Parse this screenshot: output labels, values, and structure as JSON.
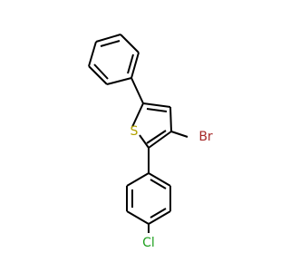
{
  "molecule": {
    "atoms": {
      "S": {
        "label": "S",
        "color": "#B2A100"
      },
      "Br": {
        "label": "Br",
        "color": "#A62929"
      },
      "Cl": {
        "label": "Cl",
        "color": "#1FA01F"
      }
    }
  }
}
